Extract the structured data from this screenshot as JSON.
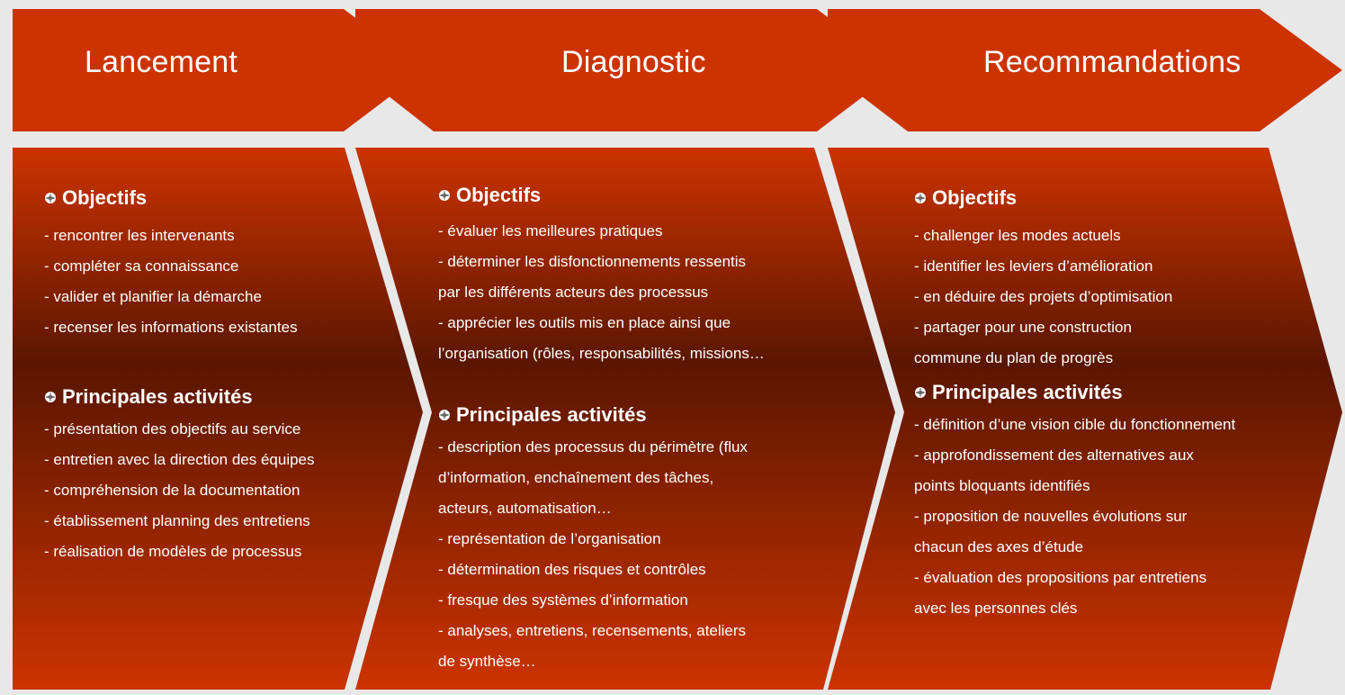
{
  "colors": {
    "background": "#e8e8e8",
    "chevron_fill": "#cc3300",
    "panel_top": "#cc3300",
    "panel_mid": "#5a1600",
    "text": "#ffffff"
  },
  "phases": [
    {
      "title": "Lancement",
      "objectives_heading": "Objectifs",
      "objectives": [
        "- rencontrer les intervenants",
        "- compléter sa connaissance",
        "- valider et planifier la démarche",
        "- recenser les informations existantes"
      ],
      "activities_heading": "Principales activités",
      "activities": [
        "- présentation des objectifs au service",
        "- entretien avec la direction des équipes",
        "- compréhension de la documentation",
        "- établissement planning des entretiens",
        "- réalisation de modèles de processus"
      ]
    },
    {
      "title": "Diagnostic",
      "objectives_heading": "Objectifs",
      "objectives": [
        "- évaluer les meilleures pratiques",
        "- déterminer les disfonctionnements ressentis",
        "par les différents acteurs des processus",
        "- apprécier les outils mis en place ainsi que",
        "l’organisation (rôles, responsabilités, missions…"
      ],
      "activities_heading": "Principales activités",
      "activities": [
        "- description des processus du périmètre (flux",
        "d’information, enchaînement des tâches,",
        "acteurs, automatisation…",
        "- représentation de l’organisation",
        "- détermination des risques et contrôles",
        "- fresque des systèmes d’information",
        "- analyses, entretiens, recensements, ateliers",
        "de synthèse…"
      ]
    },
    {
      "title": "Recommandations",
      "objectives_heading": "Objectifs",
      "objectives": [
        "- challenger les modes actuels",
        "- identifier les leviers d’amélioration",
        "- en déduire des projets d’optimisation",
        "- partager pour une construction",
        "commune du plan de progrès"
      ],
      "activities_heading": "Principales activités",
      "activities": [
        "- définition d’une vision cible du fonctionnement",
        "- approfondissement des alternatives aux",
        "points bloquants identifiés",
        "- proposition de nouvelles évolutions sur",
        "chacun des axes d’étude",
        "- évaluation des propositions par entretiens",
        "avec les personnes clés"
      ]
    }
  ]
}
